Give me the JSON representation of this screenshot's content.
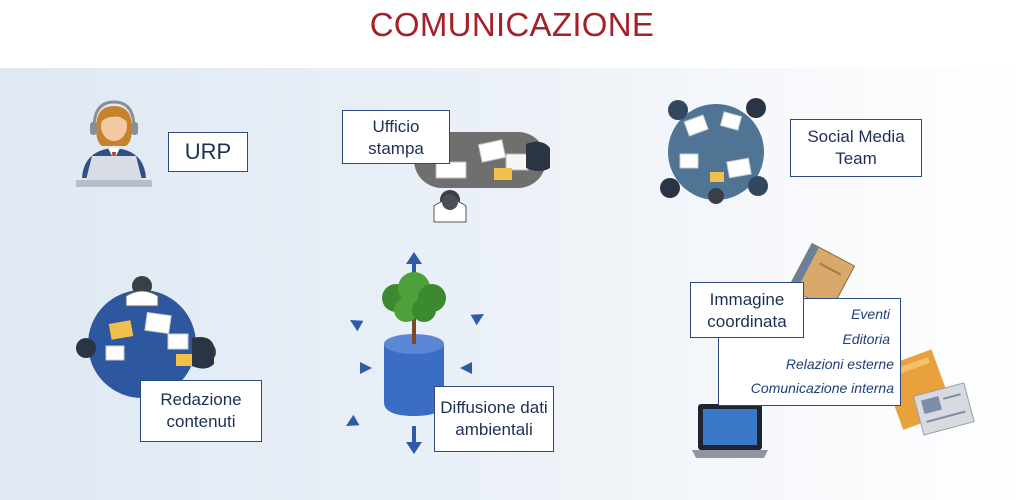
{
  "title": "COMUNICAZIONE",
  "colors": {
    "title": "#a32128",
    "box_border": "#2c4a7c",
    "arrow": "#2e5aa8",
    "cylinder": "#3b6dc6",
    "table": "#4f7494"
  },
  "nodes": {
    "urp": {
      "label": "URP",
      "icon": "person-at-laptop-icon"
    },
    "ufficio_stampa": {
      "label_line1": "Ufficio",
      "label_line2": "stampa",
      "icon": "meeting-table-icon"
    },
    "social_media_team": {
      "label_line1": "Social Media",
      "label_line2": "Team",
      "icon": "round-table-team-icon"
    },
    "redazione_contenuti": {
      "label_line1": "Redazione",
      "label_line2": "contenuti",
      "icon": "round-table-team-icon"
    },
    "diffusione_dati": {
      "label_line1": "Diffusione dati",
      "label_line2": "ambientali",
      "icon": "tree-database-icon"
    },
    "immagine_coordinata": {
      "label_line1": "Immagine",
      "label_line2": "coordinata",
      "items": [
        "Eventi",
        "Editoria",
        "Relazioni esterne",
        "Comunicazione interna"
      ],
      "icon": "laptop-notebook-newspaper-icon"
    }
  }
}
